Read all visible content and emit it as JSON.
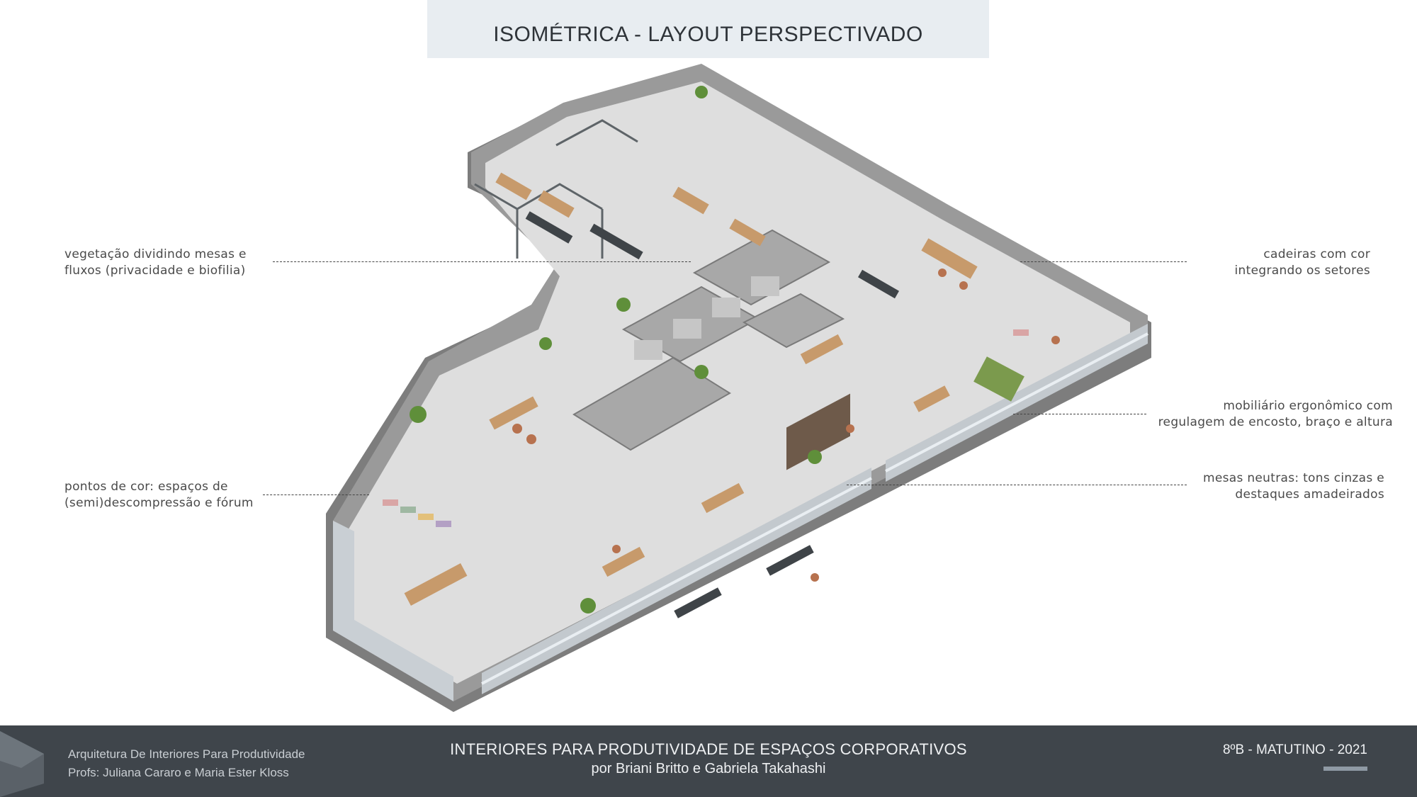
{
  "header": {
    "title": "ISOMÉTRICA - LAYOUT PERSPECTIVADO"
  },
  "annotations": {
    "vegetation": {
      "line1": "vegetação dividindo mesas e",
      "line2": "fluxos (privacidade e biofilia)"
    },
    "color_points": {
      "line1": "pontos de cor: espaços de",
      "line2": "(semi)descompressão e fórum"
    },
    "chairs": {
      "line1": "cadeiras com cor",
      "line2": "integrando os setores"
    },
    "ergonomic": {
      "line1": "mobiliário ergonômico com",
      "line2": "regulagem de encosto, braço e altura"
    },
    "tables": {
      "line1": "mesas neutras: tons cinzas e",
      "line2": "destaques amadeirados"
    }
  },
  "footer": {
    "course": "Arquitetura De Interiores Para Produtividade",
    "professors": "Profs: Juliana Cararo e Maria Ester Kloss",
    "project_title": "INTERIORES PARA PRODUTIVIDADE DE ESPAÇOS CORPORATIVOS",
    "authors": "por Briani Britto e Gabriela Takahashi",
    "class_info": "8ºB - MATUTINO - 2021"
  },
  "colors": {
    "wall": "#8a8a8a",
    "floor": "#dcdcdc",
    "wood": "#c79a6b",
    "plant": "#5f8f3a",
    "accent_chair": "#b7724f",
    "footer_bg": "#3f454b",
    "title_bg": "#e8edf1"
  }
}
